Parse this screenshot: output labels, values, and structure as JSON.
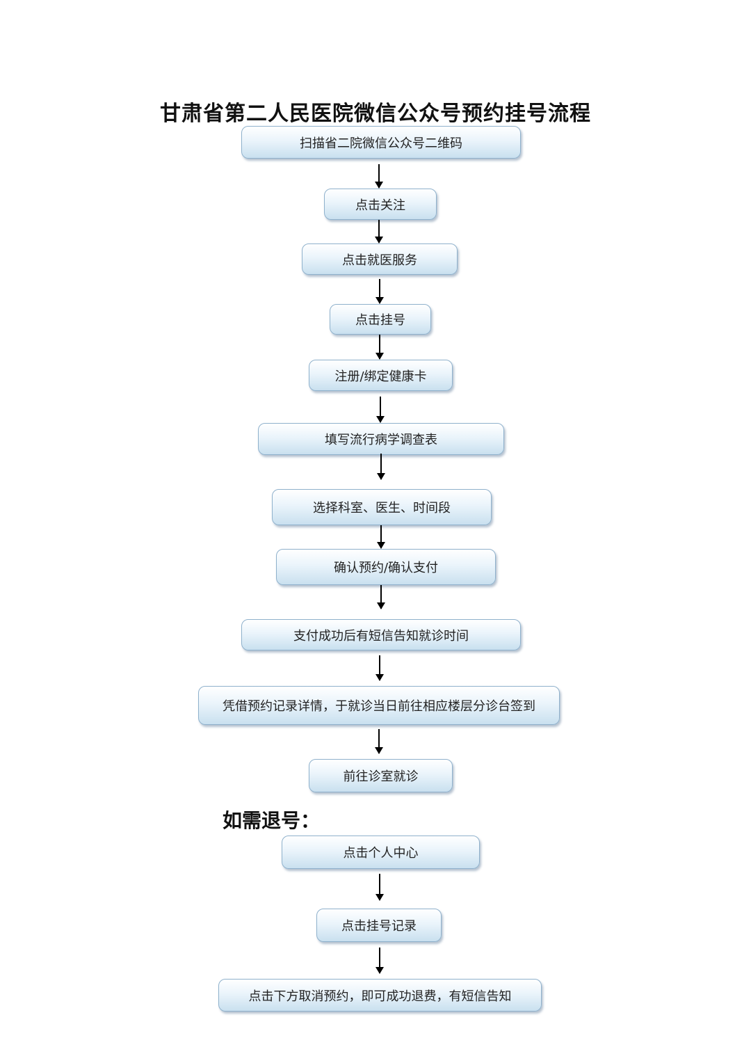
{
  "title": "甘肃省第二人民医院微信公众号预约挂号流程",
  "steps": [
    "扫描省二院微信公众号二维码",
    "点击关注",
    "点击就医服务",
    "点击挂号",
    "注册/绑定健康卡",
    "填写流行病学调查表",
    "选择科室、医生、时间段",
    "确认预约/确认支付",
    "支付成功后有短信告知就诊时间",
    "凭借预约记录详情，于就诊当日前往相应楼层分诊台签到",
    "前往诊室就诊"
  ],
  "refund_title": "如需退号：",
  "refund_steps": [
    "点击个人中心",
    "点击挂号记录",
    "点击下方取消预约，即可成功退费，有短信告知"
  ]
}
